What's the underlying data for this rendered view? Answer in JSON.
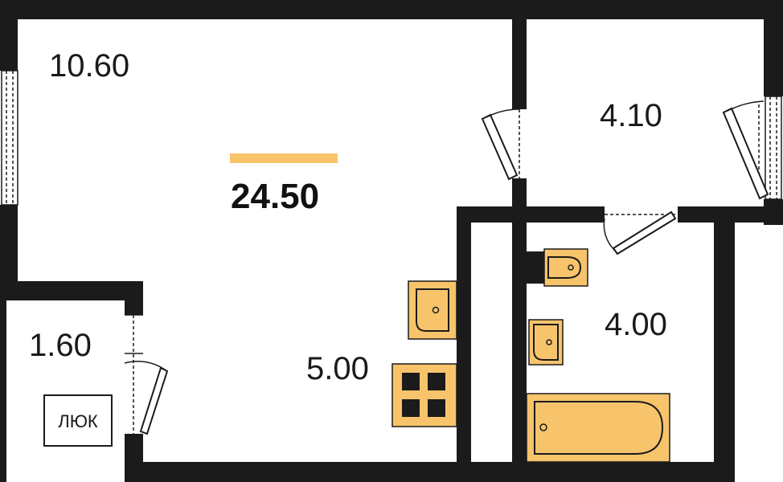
{
  "plan": {
    "total_area": "24.50",
    "rooms": {
      "living": "10.60",
      "storage": "4.10",
      "bathroom": "4.00",
      "kitchen": "5.00",
      "closet": "1.60"
    },
    "hatch_label": "ЛЮК"
  },
  "colors": {
    "wall": "#1b1b1b",
    "fixture": "#f7c46c",
    "accent": "#f7c46c",
    "background": "#ffffff"
  }
}
